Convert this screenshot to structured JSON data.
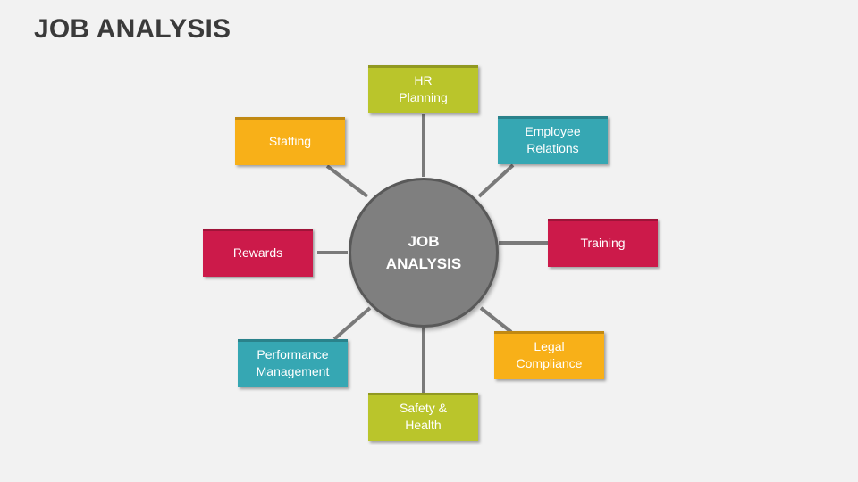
{
  "title": "JOB ANALYSIS",
  "hub": {
    "label": "JOB\nANALYSIS"
  },
  "colors": {
    "green": "#bac52b",
    "teal": "#36a7b3",
    "red": "#cc1a4a",
    "orange": "#f8b018",
    "hub": "#7f7f7f",
    "connector": "#7a7a7a"
  },
  "nodes": {
    "hr_planning": {
      "label": "HR\nPlanning"
    },
    "employee_relations": {
      "label": "Employee\nRelations"
    },
    "training": {
      "label": "Training"
    },
    "legal_compliance": {
      "label": "Legal\nCompliance"
    },
    "safety_health": {
      "label": "Safety &\nHealth"
    },
    "performance_management": {
      "label": "Performance\nManagement"
    },
    "rewards": {
      "label": "Rewards"
    },
    "staffing": {
      "label": "Staffing"
    }
  }
}
